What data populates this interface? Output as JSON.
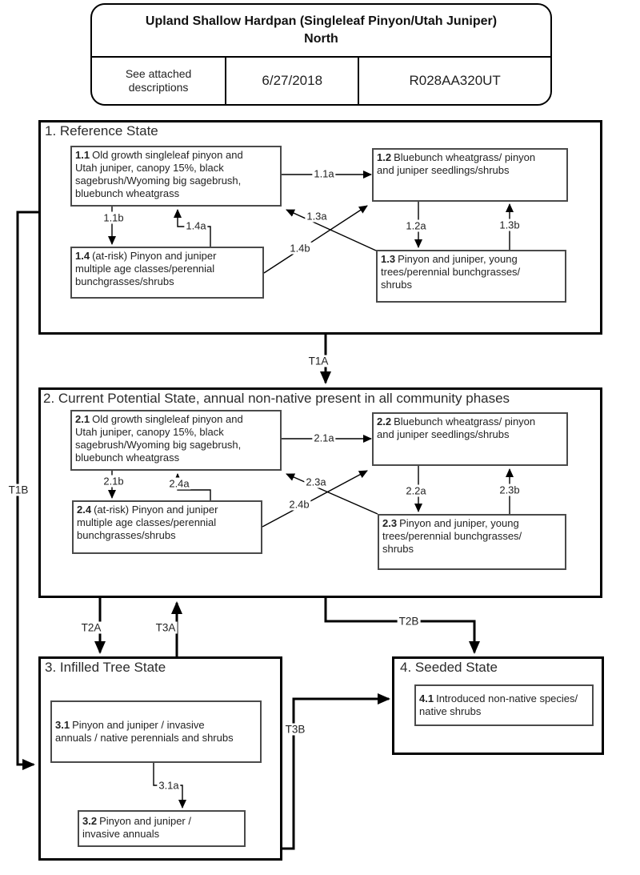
{
  "title_block": {
    "line1": "Upland Shallow Hardpan (Singleleaf Pinyon/Utah Juniper)",
    "line2": "North",
    "note": "See attached\ndescriptions",
    "date": "6/27/2018",
    "code": "R028AA320UT"
  },
  "states": [
    {
      "name": "1. Reference State",
      "boxes": [
        {
          "num": "1.1",
          "text": "Old growth singleleaf pinyon and\nUtah juniper, canopy 15%, black\nsagebrush/Wyoming big sagebrush,\nbluebunch wheatgrass"
        },
        {
          "num": "1.2",
          "text": "Bluebunch wheatgrass/ pinyon\nand juniper seedlings/shrubs"
        },
        {
          "num": "1.3",
          "text": "Pinyon and juniper, young\ntrees/perennial bunchgrasses/\nshrubs"
        },
        {
          "num": "1.4",
          "text": "(at-risk) Pinyon and juniper\nmultiple age classes/perennial\nbunchgrasses/shrubs"
        }
      ]
    },
    {
      "name": "2. Current Potential State, annual non-native present in all community phases",
      "boxes": [
        {
          "num": "2.1",
          "text": "Old growth singleleaf pinyon and\nUtah juniper, canopy 15%, black\nsagebrush/Wyoming big sagebrush,\nbluebunch wheatgrass"
        },
        {
          "num": "2.2",
          "text": "Bluebunch wheatgrass/ pinyon\nand juniper seedlings/shrubs"
        },
        {
          "num": "2.3",
          "text": "Pinyon and juniper, young\ntrees/perennial bunchgrasses/\nshrubs"
        },
        {
          "num": "2.4",
          "text": "(at-risk) Pinyon and juniper\nmultiple age classes/perennial\nbunchgrasses/shrubs"
        }
      ]
    },
    {
      "name": "3. Infilled Tree State",
      "boxes": [
        {
          "num": "3.1",
          "text": "Pinyon and juniper / invasive\nannuals / native perennials and shrubs"
        },
        {
          "num": "3.2",
          "text": "Pinyon and juniper /\ninvasive annuals"
        }
      ]
    },
    {
      "name": "4. Seeded State",
      "boxes": [
        {
          "num": "4.1",
          "text": "Introduced non-native species/\nnative shrubs"
        }
      ]
    }
  ],
  "pathway_labels": {
    "p11a": "1.1a",
    "p11b": "1.1b",
    "p14a": "1.4a",
    "p13a": "1.3a",
    "p14b": "1.4b",
    "p12a": "1.2a",
    "p13b": "1.3b",
    "p21a": "2.1a",
    "p21b": "2.1b",
    "p24a": "2.4a",
    "p23a": "2.3a",
    "p24b": "2.4b",
    "p22a": "2.2a",
    "p23b": "2.3b",
    "p31a": "3.1a"
  },
  "transition_labels": {
    "t1a": "T1A",
    "t1b": "T1B",
    "t2a": "T2A",
    "t3a": "T3A",
    "t2b": "T2B",
    "t3b": "T3B"
  },
  "colors": {
    "line": "#000000",
    "box_border": "#4a4a4a",
    "text": "#1a1a1a"
  }
}
